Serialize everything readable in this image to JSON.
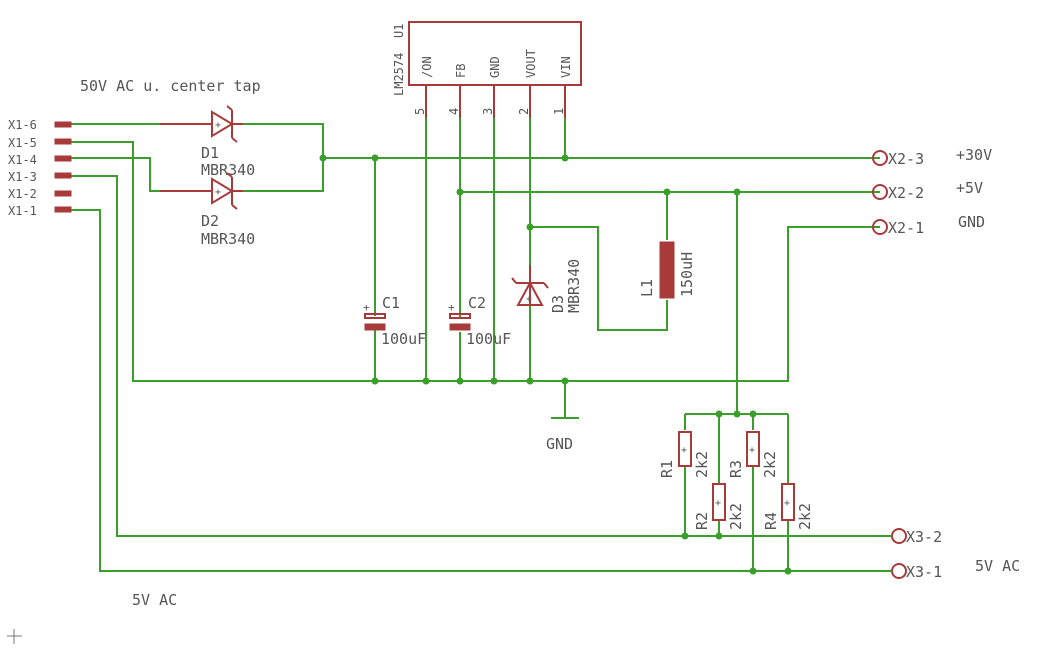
{
  "notes": {
    "input_ac": "50V AC u. center tap",
    "input_5v": "5V AC",
    "output_5v": "5V AC"
  },
  "connector_x1": [
    "X1-6",
    "X1-5",
    "X1-4",
    "X1-3",
    "X1-2",
    "X1-1"
  ],
  "u1": {
    "name": "U1",
    "value": "LM2574",
    "pins": [
      {
        "label": "/ON",
        "num": "5"
      },
      {
        "label": "FB",
        "num": "4"
      },
      {
        "label": "GND",
        "num": "3"
      },
      {
        "label": "VOUT",
        "num": "2"
      },
      {
        "label": "VIN",
        "num": "1"
      }
    ]
  },
  "d1": {
    "name": "D1",
    "value": "MBR340"
  },
  "d2": {
    "name": "D2",
    "value": "MBR340"
  },
  "d3": {
    "name": "D3",
    "value": "MBR340"
  },
  "c1": {
    "name": "C1",
    "value": "100uF"
  },
  "c2": {
    "name": "C2",
    "value": "100uF"
  },
  "l1": {
    "name": "L1",
    "value": "150uH"
  },
  "r1": {
    "name": "R1",
    "value": "2k2"
  },
  "r2": {
    "name": "R2",
    "value": "2k2"
  },
  "r3": {
    "name": "R3",
    "value": "2k2"
  },
  "r4": {
    "name": "R4",
    "value": "2k2"
  },
  "x2": {
    "pins": [
      "X2-3",
      "X2-2",
      "X2-1"
    ],
    "nets": [
      "+30V",
      "+5V",
      "GND"
    ]
  },
  "x3": {
    "pins": [
      "X3-2",
      "X3-1"
    ]
  },
  "gnd_symbol": "GND",
  "colors": {
    "wire": "#3a9e2a",
    "part": "#a83a3a",
    "text": "#555555"
  }
}
